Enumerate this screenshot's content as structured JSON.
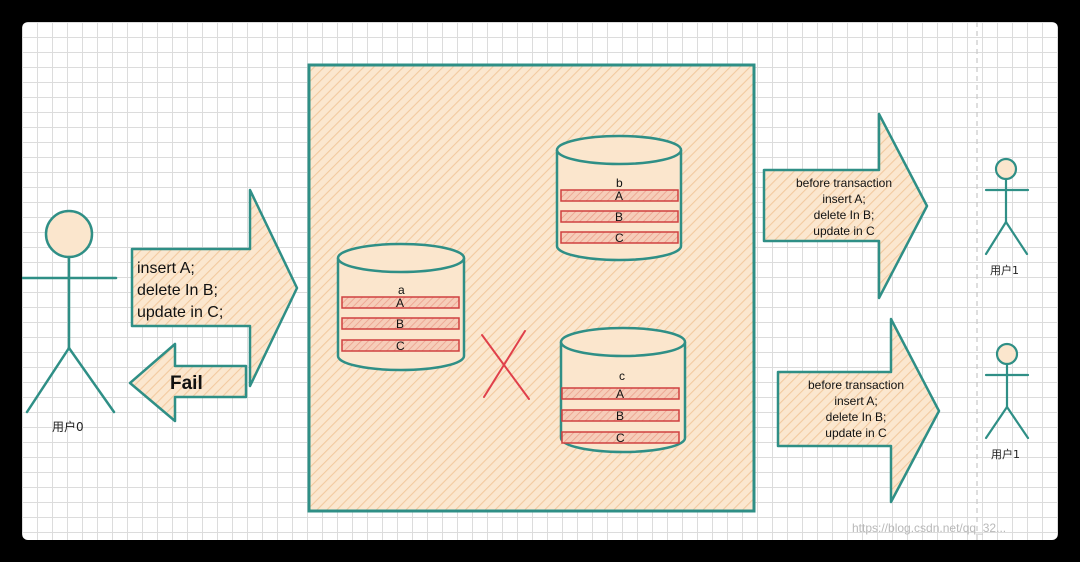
{
  "user0": {
    "label": "用户0"
  },
  "request_arrow": {
    "lines": [
      "insert A;",
      "delete In B;",
      "update in C;"
    ]
  },
  "fail_arrow": {
    "label": "Fail"
  },
  "databases": [
    {
      "name": "a",
      "rows": [
        "A",
        "B",
        "C"
      ]
    },
    {
      "name": "b",
      "rows": [
        "A",
        "B",
        "C"
      ]
    },
    {
      "name": "c",
      "rows": [
        "A",
        "B",
        "C"
      ]
    }
  ],
  "response_arrows": [
    {
      "lines": [
        "before transaction",
        "insert A;",
        "delete In B;",
        "update in C"
      ]
    },
    {
      "lines": [
        "before transaction",
        "insert A;",
        "delete In B;",
        "update in C"
      ]
    }
  ],
  "users_right": [
    {
      "label": "用户1"
    },
    {
      "label": "用户1"
    }
  ],
  "watermark": "https://blog.csdn.net/qq_32...",
  "colors": {
    "stroke": "#2f8f86",
    "fill": "#fbe6cd",
    "row_fill": "#f3c0b2",
    "row_stroke": "#d04040",
    "cross": "#e0404a"
  }
}
